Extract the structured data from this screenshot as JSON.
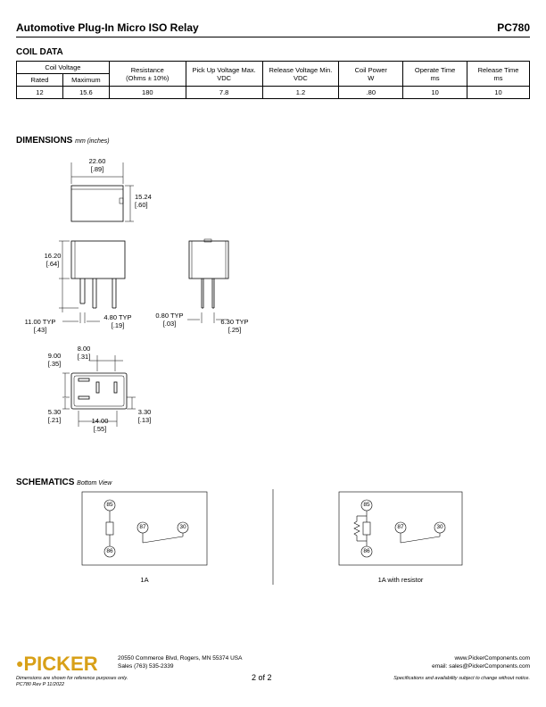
{
  "header": {
    "title": "Automotive Plug-In Micro ISO Relay",
    "part_number": "PC780"
  },
  "coil_section": {
    "heading": "COIL DATA",
    "headers": {
      "coil_voltage": "Coil Voltage",
      "rated": "Rated",
      "maximum": "Maximum",
      "resistance": "Resistance",
      "resistance_unit": "(Ohms ± 10%)",
      "pickup": "Pick Up Voltage Max.",
      "pickup_unit": "VDC",
      "release_v": "Release Voltage Min.",
      "release_v_unit": "VDC",
      "coil_power": "Coil Power",
      "coil_power_unit": "W",
      "operate_time": "Operate Time",
      "operate_time_unit": "ms",
      "release_time": "Release Time",
      "release_time_unit": "ms"
    },
    "row": {
      "rated": "12",
      "maximum": "15.6",
      "resistance": "180",
      "pickup": "7.8",
      "release_v": "1.2",
      "coil_power": ".80",
      "operate_time": "10",
      "release_time": "10"
    }
  },
  "dimensions_section": {
    "heading": "DIMENSIONS",
    "units": "mm (inches)",
    "top_width": "22.60",
    "top_width_in": "[.89]",
    "top_height": "15.24",
    "top_height_in": "[.60]",
    "side_height": "16.20",
    "side_height_in": "[.64]",
    "pin_length": "11.00 TYP",
    "pin_length_in": "[.43]",
    "pin_width": "4.80 TYP",
    "pin_width_in": "[.19]",
    "pin_thick": "0.80 TYP",
    "pin_thick_in": "[.03]",
    "pin_spacing": "6.30 TYP",
    "pin_spacing_in": "[.25]",
    "bot_a": "9.00",
    "bot_a_in": "[.35]",
    "bot_b": "8.00",
    "bot_b_in": "[.31]",
    "bot_c": "5.30",
    "bot_c_in": "[.21]",
    "bot_d": "14.00",
    "bot_d_in": "[.55]",
    "bot_e": "3.30",
    "bot_e_in": "[.13]"
  },
  "schematics_section": {
    "heading": "SCHEMATICS",
    "view": "Bottom View",
    "left": {
      "caption": "1A",
      "t85": "85",
      "t86": "86",
      "t87": "87",
      "t30": "30"
    },
    "right": {
      "caption": "1A with resistor",
      "t85": "85",
      "t86": "86",
      "t87": "87",
      "t30": "30"
    }
  },
  "footer": {
    "logo": "PICKER",
    "address": "20550 Commerce Blvd, Rogers, MN 55374 USA",
    "sales": "Sales (763) 535-2339",
    "website": "www.PickerComponents.com",
    "email": "email: sales@PickerComponents.com",
    "note1": "Dimensions are shown for reference purposes only.",
    "note2": "PC780 Rev P 11/2022",
    "page": "2 of 2",
    "spec": "Specifications and availability subject to change without notice."
  }
}
